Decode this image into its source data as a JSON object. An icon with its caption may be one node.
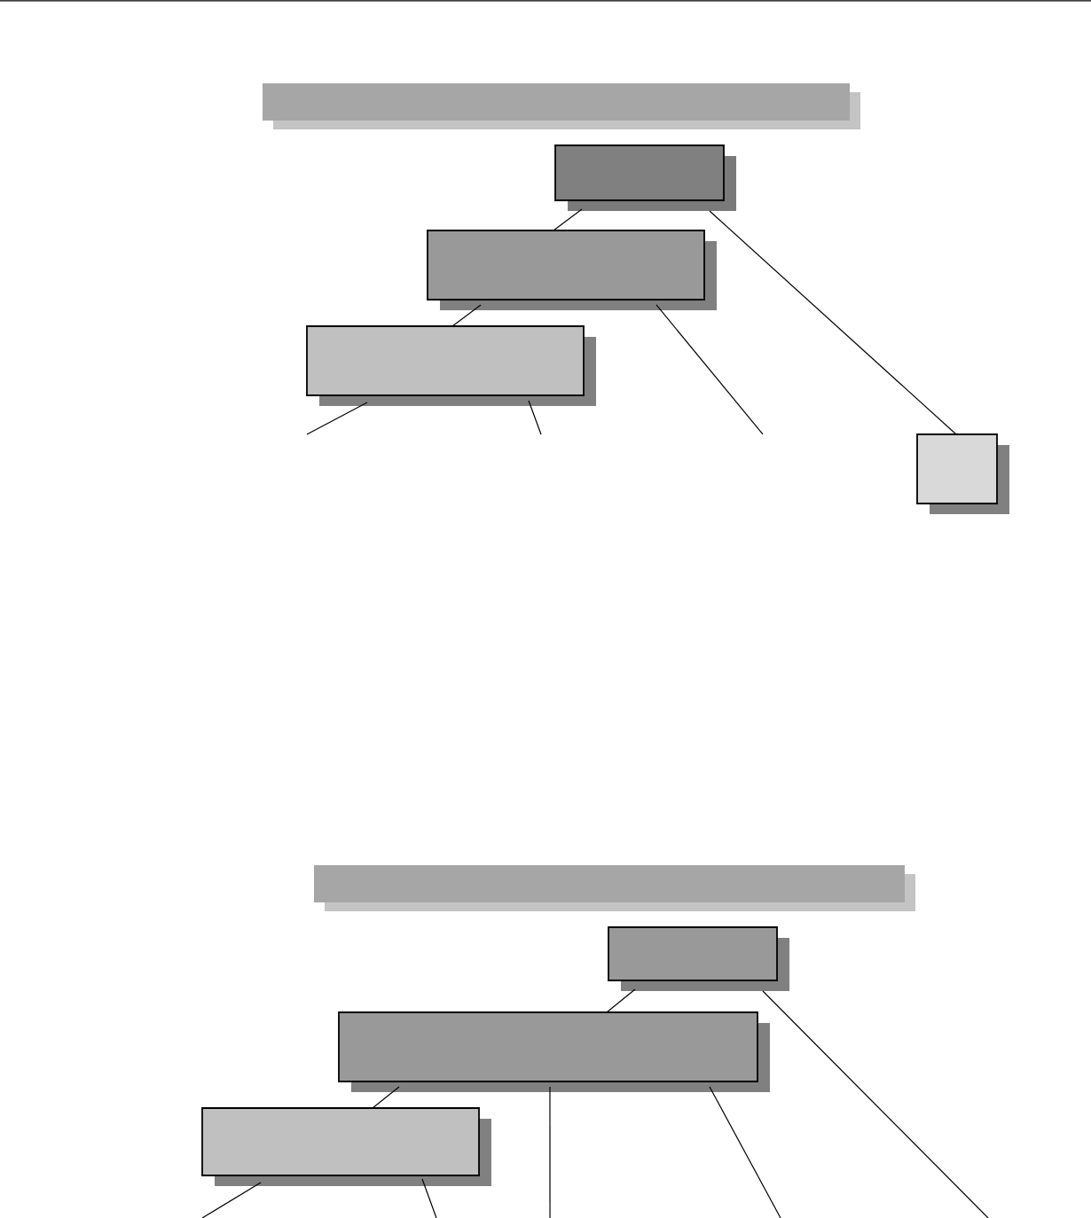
{
  "diagram": {
    "nodes": [
      {
        "text": [],
        "shape": "bar"
      },
      {
        "text": [],
        "shape": "box"
      },
      {
        "text": [],
        "shape": "box"
      },
      {
        "text": [],
        "shape": "box"
      },
      {
        "text": [],
        "shape": "box"
      },
      {
        "text": [],
        "shape": "bar"
      },
      {
        "text": [],
        "shape": "box"
      },
      {
        "text": [],
        "shape": "box"
      },
      {
        "text": [],
        "shape": "box"
      }
    ],
    "edges": [
      {
        "from": 1,
        "to": 2,
        "arrow": "none"
      },
      {
        "from": 2,
        "to": 3,
        "arrow": "none"
      },
      {
        "from": 1,
        "to": 4,
        "arrow": "none"
      },
      {
        "from": 3,
        "to": null,
        "arrow": "none"
      },
      {
        "from": 3,
        "to": null,
        "arrow": "none"
      },
      {
        "from": 2,
        "to": null,
        "arrow": "none"
      },
      {
        "from": 6,
        "to": 7,
        "arrow": "none"
      },
      {
        "from": 7,
        "to": 8,
        "arrow": "none"
      },
      {
        "from": 6,
        "to": null,
        "arrow": "none"
      },
      {
        "from": 7,
        "to": null,
        "arrow": "none"
      },
      {
        "from": 7,
        "to": null,
        "arrow": "none"
      },
      {
        "from": 8,
        "to": null,
        "arrow": "none"
      },
      {
        "from": 8,
        "to": null,
        "arrow": "none"
      }
    ]
  }
}
